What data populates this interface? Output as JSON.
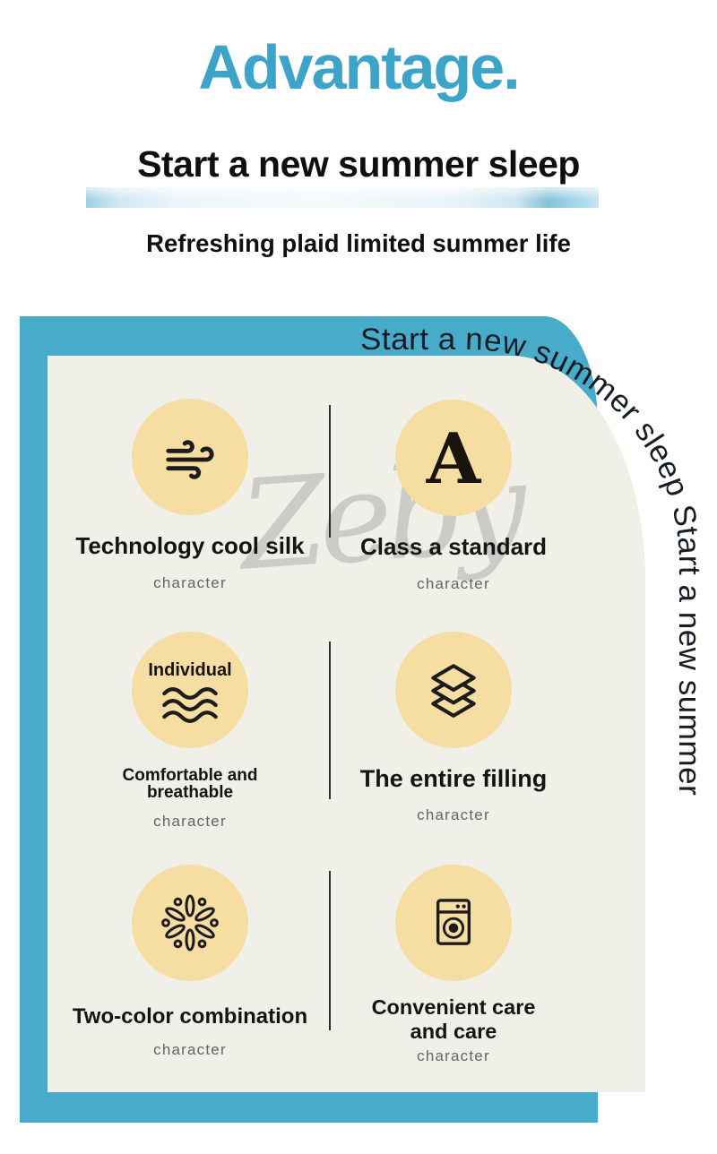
{
  "header": {
    "title": "Advantage.",
    "heading": "Start a new summer sleep",
    "subtitle": "Refreshing plaid limited summer life"
  },
  "banner": {
    "curved_text": "Start a new summer sleep Start a new summer",
    "watermark": "Zeby"
  },
  "features": [
    {
      "icon": "wind-icon",
      "title": "Technology cool silk",
      "caption": "character"
    },
    {
      "icon": "letter-a-icon",
      "glyph": "A",
      "title": "Class a standard",
      "caption": "character"
    },
    {
      "icon": "waves-icon",
      "icon_label": "Individual",
      "title": "Comfortable and breathable",
      "caption": "character"
    },
    {
      "icon": "layers-icon",
      "title": "The entire filling",
      "caption": "character"
    },
    {
      "icon": "snowflake-icon",
      "title": "Two-color combination",
      "caption": "character"
    },
    {
      "icon": "washing-machine-icon",
      "title": "Convenient care and care",
      "caption": "character"
    }
  ],
  "colors": {
    "accent_blue": "#3ba4c8",
    "frame_teal": "#48abc9",
    "card_bg": "#f0f0e9",
    "icon_circle": "#f6dda1",
    "text_dark": "#141414",
    "caption_gray": "#4c4c4c",
    "watermark_gray": "#c7c7c4"
  }
}
